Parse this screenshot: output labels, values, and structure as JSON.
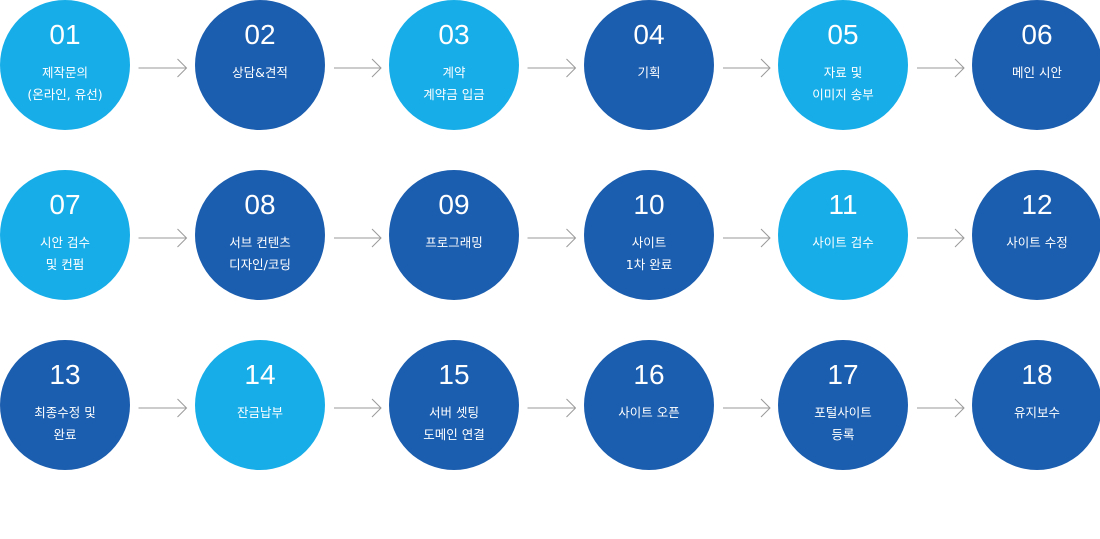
{
  "colors": {
    "light": "#17ade8",
    "dark": "#1b5dae",
    "arrow": "#9a9a9a"
  },
  "steps": [
    {
      "num": "01",
      "lines": [
        "제작문의",
        "(온라인, 유선)"
      ],
      "tone": "light"
    },
    {
      "num": "02",
      "lines": [
        "상담&견적"
      ],
      "tone": "dark"
    },
    {
      "num": "03",
      "lines": [
        "계약",
        "계약금 입금"
      ],
      "tone": "light"
    },
    {
      "num": "04",
      "lines": [
        "기획"
      ],
      "tone": "dark"
    },
    {
      "num": "05",
      "lines": [
        "자료 및",
        "이미지 송부"
      ],
      "tone": "light"
    },
    {
      "num": "06",
      "lines": [
        "메인 시안"
      ],
      "tone": "dark"
    },
    {
      "num": "07",
      "lines": [
        "시안 검수",
        "및 컨펌"
      ],
      "tone": "light"
    },
    {
      "num": "08",
      "lines": [
        "서브 컨텐츠",
        "디자인/코딩"
      ],
      "tone": "dark"
    },
    {
      "num": "09",
      "lines": [
        "프로그래밍"
      ],
      "tone": "dark"
    },
    {
      "num": "10",
      "lines": [
        "사이트",
        "1차 완료"
      ],
      "tone": "dark"
    },
    {
      "num": "11",
      "lines": [
        "사이트 검수"
      ],
      "tone": "light"
    },
    {
      "num": "12",
      "lines": [
        "사이트 수정"
      ],
      "tone": "dark"
    },
    {
      "num": "13",
      "lines": [
        "최종수정 및",
        "완료"
      ],
      "tone": "dark"
    },
    {
      "num": "14",
      "lines": [
        "잔금납부"
      ],
      "tone": "light"
    },
    {
      "num": "15",
      "lines": [
        "서버 셋팅",
        "도메인 연결"
      ],
      "tone": "dark"
    },
    {
      "num": "16",
      "lines": [
        "사이트 오픈"
      ],
      "tone": "dark"
    },
    {
      "num": "17",
      "lines": [
        "포털사이트",
        "등록"
      ],
      "tone": "dark"
    },
    {
      "num": "18",
      "lines": [
        "유지보수"
      ],
      "tone": "dark"
    }
  ]
}
